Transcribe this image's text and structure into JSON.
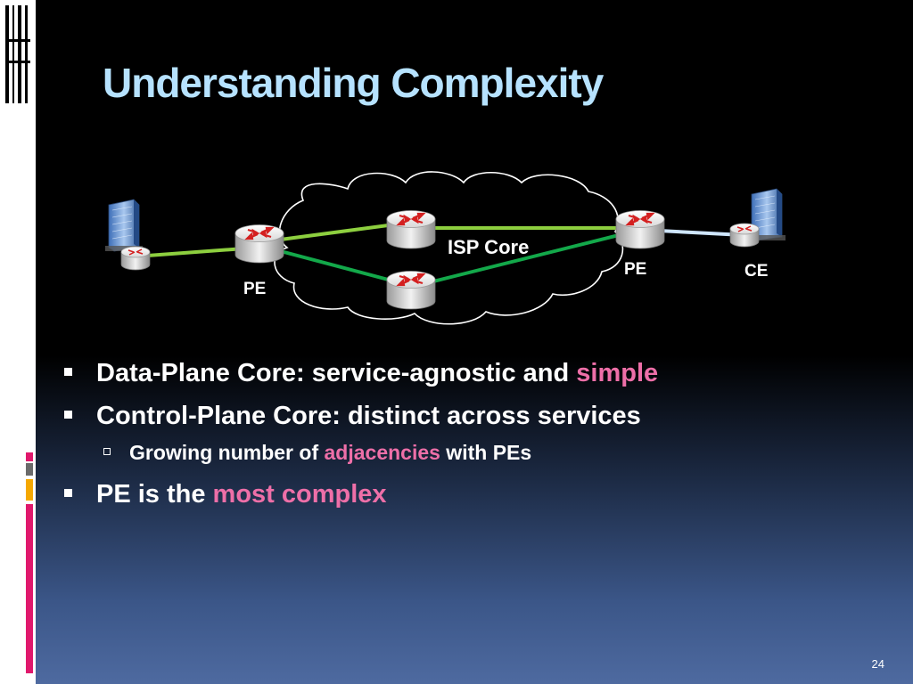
{
  "slide": {
    "title": "Understanding Complexity",
    "number": "24"
  },
  "diagram": {
    "cloud_label": "ISP Core",
    "pe_left_label": "PE",
    "pe_right_label": "PE",
    "ce_right_label": "CE"
  },
  "bullets": [
    {
      "level": 1,
      "text": "Data-Plane Core: service-agnostic and ",
      "highlight": "simple",
      "after": ""
    },
    {
      "level": 1,
      "text": "Control-Plane Core: distinct across services",
      "highlight": "",
      "after": ""
    },
    {
      "level": 2,
      "text": "Growing number of ",
      "highlight": "adjacencies",
      "after": " with PEs"
    },
    {
      "level": 1,
      "text": "PE is the ",
      "highlight": "most complex",
      "after": ""
    }
  ],
  "colors": {
    "title": "#b6e2ff",
    "highlight": "#ee6fa8",
    "link_light_green": "#8dcf3f",
    "link_dark_green": "#13a84a",
    "link_ce": "#cfe6ff",
    "router_red": "#d42020",
    "deco_magenta": "#e0186c",
    "deco_orange": "#f5a800",
    "deco_grey": "#6a6a6a"
  }
}
